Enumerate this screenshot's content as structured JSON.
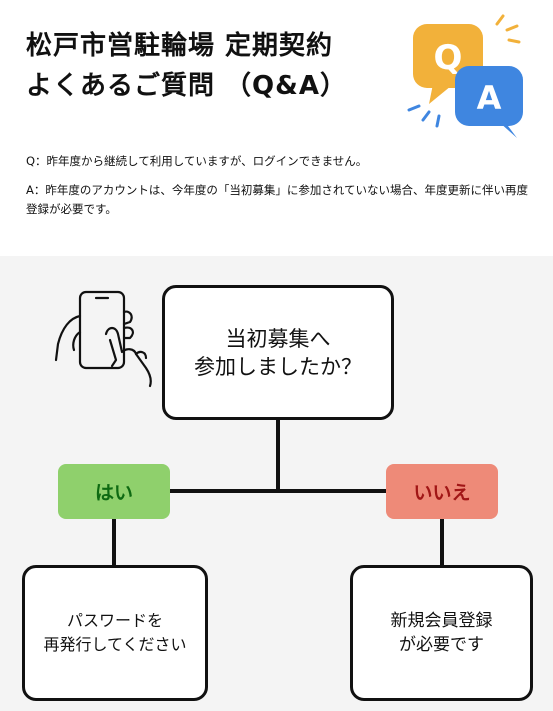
{
  "header": {
    "title_line1": "松戸市営駐輪場 定期契約",
    "title_line2": "よくあるご質問 （Q&A）"
  },
  "qa_icon": {
    "q_letter": "Q",
    "a_letter": "A"
  },
  "faq": {
    "question": "Q：昨年度から継続して利用していますが、ログインできません。",
    "answer": "A：昨年度のアカウントは、今年度の「当初募集」に参加されていない場合、年度更新に伴い再度登録が必要です。"
  },
  "flow": {
    "question_box": "当初募集へ\n参加しましたか？",
    "yes_label": "はい",
    "no_label": "いいえ",
    "yes_result": "パスワードを\n再発行してください",
    "no_result": "新規会員登録\nが必要です"
  },
  "colors": {
    "yes_bg": "#8fd06c",
    "yes_text": "#0e6a12",
    "no_bg": "#ee8a78",
    "no_text": "#a11616",
    "q_bubble": "#f2b13a",
    "a_bubble": "#3f86e0"
  },
  "icons": {
    "phone": "hand-holding-smartphone-icon",
    "qa": "qa-speech-bubbles-icon"
  }
}
